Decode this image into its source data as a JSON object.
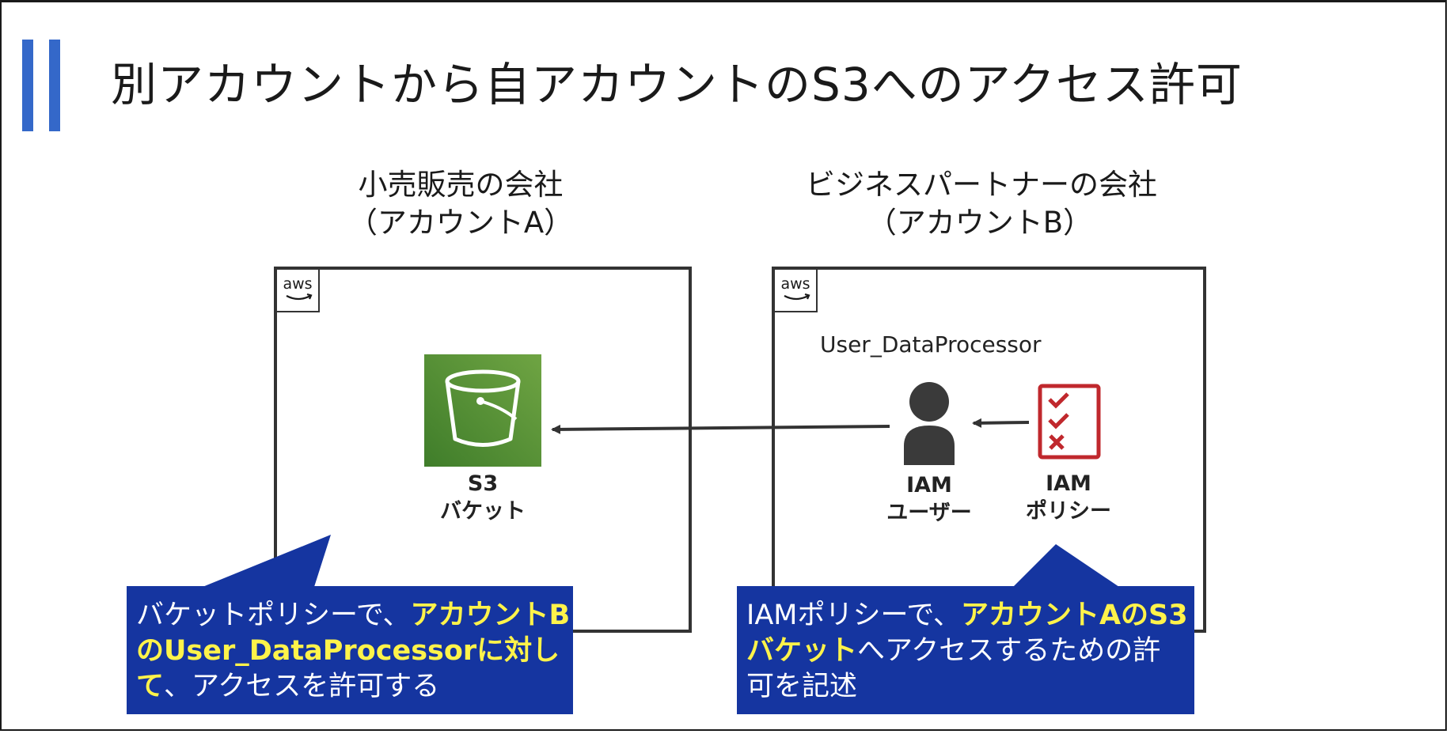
{
  "title": "別アカウントから自アカウントのS3へのアクセス許可",
  "colors": {
    "accent_bar": "#3468c9",
    "callout_bg": "#1535a0",
    "highlight_text": "#fff34a",
    "s3_green": "#4f8f33",
    "policy_red": "#c0282d"
  },
  "account_a": {
    "company_line1": "小売販売の会社",
    "company_line2": "（アカウントA）",
    "badge": "aws",
    "s3_icon": "s3-bucket-icon",
    "s3_label_line1": "S3",
    "s3_label_line2": "バケット"
  },
  "account_b": {
    "company_line1": "ビジネスパートナーの会社",
    "company_line2": "（アカウントB）",
    "badge": "aws",
    "user_name": "User_DataProcessor",
    "iam_user_icon": "user-icon",
    "iam_user_label_line1": "IAM",
    "iam_user_label_line2": "ユーザー",
    "iam_policy_icon": "policy-checklist-icon",
    "iam_policy_label_line1": "IAM",
    "iam_policy_label_line2": "ポリシー"
  },
  "callout_left": {
    "line1_plain": "バケットポリシーで、",
    "line1_hl": "アカウントB",
    "line2_hl": "のUser_DataProcessorに対し",
    "line3_hl": "て",
    "line3_plain": "、アクセスを許可する"
  },
  "callout_right": {
    "line1_plain": "IAMポリシーで、",
    "line1_hl": "アカウントAのS3",
    "line2_hl": "バケット",
    "line2_plain": "へアクセスするための許",
    "line3_plain": "可を記述"
  }
}
